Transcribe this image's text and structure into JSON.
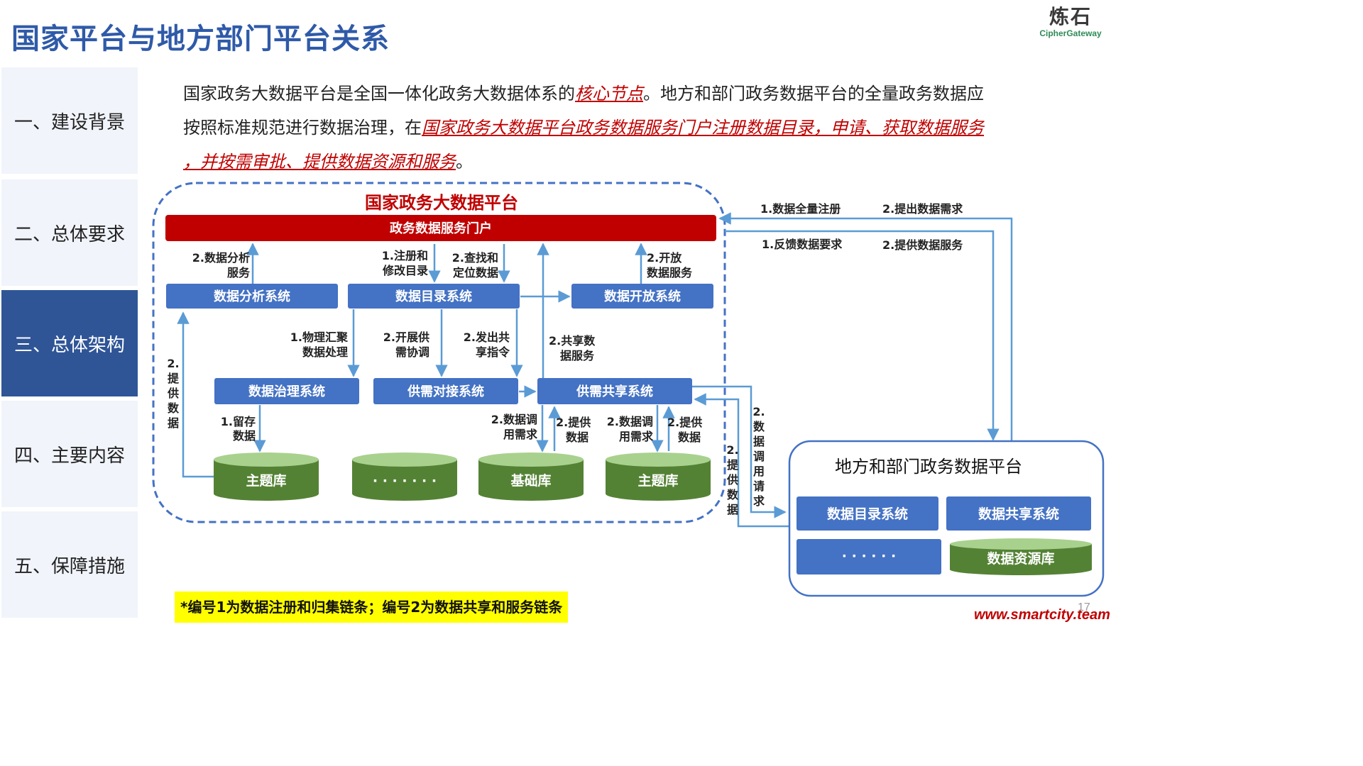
{
  "page": {
    "title": "国家平台与地方部门平台关系",
    "page_number": "17",
    "footer_url": "www.smartcity.team"
  },
  "logo": {
    "mark": "炼石",
    "sub": "CipherGateway"
  },
  "sidebar": {
    "items": [
      {
        "label": "一、建设背景",
        "active": false
      },
      {
        "label": "二、总体要求",
        "active": false
      },
      {
        "label": "三、总体架构",
        "active": true
      },
      {
        "label": "四、主要内容",
        "active": false
      },
      {
        "label": "五、保障措施",
        "active": false
      }
    ]
  },
  "intro": {
    "line1_a": "国家政务大数据平台是全国一体化政务大数据体系的",
    "line1_hl": "核心节点",
    "line1_b": "。地方和部门政务数据平台的全量政务数据应",
    "line2_a": "按照标准规范进行数据治理，在",
    "line2_hl": "国家政务大数据平台政务数据服务门户注册数据目录，申请、获取数据服务",
    "line3_hl": "，并按需审批、提供数据资源和服务",
    "line3_b": "。"
  },
  "diagram": {
    "national_platform": {
      "title": "国家政务大数据平台",
      "portal": "政务数据服务门户",
      "systems": {
        "analysis": "数据分析系统",
        "catalog": "数据目录系统",
        "open": "数据开放系统",
        "governance": "数据治理系统",
        "matching": "供需对接系统",
        "sharing": "供需共享系统"
      },
      "databases": [
        "主题库",
        "· · · · · · ·",
        "基础库",
        "主题库"
      ]
    },
    "local_platform": {
      "title": "地方和部门政务数据平台",
      "catalog": "数据目录系统",
      "sharing": "数据共享系统",
      "more": "· · · · · ·",
      "resource_db": "数据资源库"
    },
    "labels": {
      "analysis_service": [
        "2.数据分析",
        "服务"
      ],
      "register_catalog": [
        "1.注册和",
        "修改目录"
      ],
      "find_locate": [
        "2.查找和",
        "定位数据"
      ],
      "open_service": [
        "2.开放",
        "数据服务"
      ],
      "physical_gather": [
        "1.物理汇聚",
        "数据处理"
      ],
      "coordinate": [
        "2.开展供",
        "需协调"
      ],
      "share_command": [
        "2.发出共",
        "享指令"
      ],
      "share_service": [
        "2.共享数",
        "据服务"
      ],
      "provide_data_left": [
        "2.",
        "提",
        "供",
        "数",
        "据"
      ],
      "store_data": [
        "1.留存",
        "数据"
      ],
      "call_demand_1": [
        "2.数据调",
        "用需求"
      ],
      "provide_1": [
        "2.提供",
        "数据"
      ],
      "call_demand_2": [
        "2.数据调",
        "用需求"
      ],
      "provide_2": [
        "2.提供",
        "数据"
      ],
      "provide_data_right": [
        "2.",
        "提",
        "供",
        "数",
        "据"
      ],
      "call_request": [
        "2.",
        "数",
        "据",
        "调",
        "用",
        "请",
        "求"
      ],
      "full_register": "1.数据全量注册",
      "raise_demand": "2.提出数据需求",
      "feedback": "1.反馈数据要求",
      "provide_service": "2.提供数据服务"
    }
  },
  "note": "*编号1为数据注册和归集链条；编号2为数据共享和服务链条",
  "colors": {
    "title_blue": "#2f5aa8",
    "nav_active": "#2f5597",
    "system_box": "#4472c4",
    "portal_red": "#c00000",
    "db_green": "#548235",
    "arrow": "#5b9bd5",
    "highlight_red": "#c00000",
    "note_yellow": "#ffff00"
  }
}
